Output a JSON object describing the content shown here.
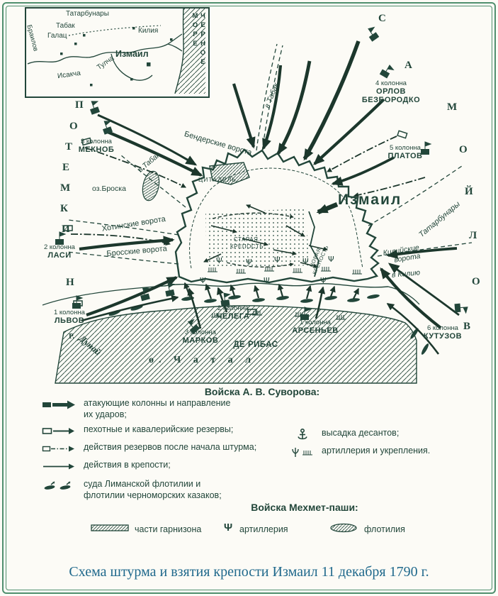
{
  "caption": "Схема штурма и взятия крепости Измаил 11 декабря 1790 г.",
  "colors": {
    "ink": "#22463a",
    "frame": "#4f8f6e",
    "caption_text": "#20698c",
    "paper": "#fcfbf6"
  },
  "inset": {
    "tatarbunary": "Татарбунары",
    "tabak": "Табак",
    "galats": "Галац",
    "kiliya": "Килия",
    "izmail": "Измаил",
    "tulcha": "Тулча",
    "isakcha": "Исакча",
    "brailov": "Браилов",
    "sea": "ЧЕРНОЕ МОРЕ"
  },
  "map": {
    "flank_left": [
      "П",
      "О",
      "Т",
      "Е",
      "М",
      "К",
      "И",
      "Н"
    ],
    "flank_right": [
      "С",
      "А",
      "М",
      "О",
      "Й",
      "Л",
      "О",
      "В"
    ],
    "city": "Измаил",
    "river_abbr": "Р.",
    "columns": {
      "meknob": {
        "num": "3 колонна",
        "name": "МЕКНОБ"
      },
      "lasi": {
        "num": "2 колонна",
        "name": "ЛАСИ"
      },
      "lvov": {
        "num": "1 колонна",
        "name": "ЛЬВОВ"
      },
      "orlov": {
        "num": "4 колонна",
        "name": "ОРЛОВ",
        "name2": "БЕЗБОРОДКО"
      },
      "platov": {
        "num": "5 колонна",
        "name": "ПЛАТОВ"
      },
      "kutuzov": {
        "num": "6 колонна",
        "name": "КУТУЗОВ"
      },
      "chelega": {
        "num": "2 колонна",
        "name": "ЧЕЛЕГА"
      },
      "markov": {
        "num": "3 колонна",
        "name": "МАРКОВ"
      },
      "arsenev": {
        "num": "1 колонна",
        "name": "АРСЕНЬЕВ"
      },
      "deribas": {
        "name": "ДЕ РИБАС"
      }
    },
    "places": {
      "lake": "оз.Броска",
      "bender_gate": "Бендерские ворота",
      "khotin_gate": "Хотинские ворота",
      "bros_gate": "Бросские ворота",
      "kiliya_gate_1": "Килийские",
      "kiliya_gate_2": "ворота",
      "citadel": "ЦИТАДЕЛЬ",
      "old_fortress_1": "СТАРАЯ.",
      "old_fortress_2": "КРЕПОСТЬ",
      "new_fortress_1": "НОВАЯ",
      "new_fortress_2": "КРЕПОСТЬ",
      "to_tabak_north": "в Табак",
      "to_tabak_west": "в Табак",
      "to_kiliya": "в Килию",
      "tatarbunary_road": "Татарбунары",
      "danube": "Дунай",
      "chatal": "о. Ч а т а л"
    }
  },
  "legend": {
    "suvorov_title": "Войска А. В. Суворова:",
    "items_left": [
      {
        "icon": "attack-column-icon",
        "text": "атакующие колонны и направление их ударов;"
      },
      {
        "icon": "reserve-icon",
        "text": "пехотные и кавалерийские резервы;"
      },
      {
        "icon": "reserve-action-icon",
        "text": "действия резервов после начала штурма;"
      },
      {
        "icon": "fortress-action-icon",
        "text": "действия в крепости;"
      },
      {
        "icon": "ships-icon",
        "text": "суда Лиманской флотилии и флотилии черноморских казаков;"
      }
    ],
    "items_right": [
      {
        "icon": "landing-icon",
        "text": "высадка десантов;"
      },
      {
        "icon": "artillery-icon",
        "text": "артиллерия и укрепления."
      }
    ],
    "mehmet_title": "Войска Мехмет-паши:",
    "mehmet_items": [
      {
        "icon": "garrison-icon",
        "text": "части гарнизона"
      },
      {
        "icon": "psi-artillery-icon",
        "symbol": "Ψ",
        "text": "артиллерия"
      },
      {
        "icon": "flotilla-icon",
        "text": "флотилия"
      }
    ]
  }
}
